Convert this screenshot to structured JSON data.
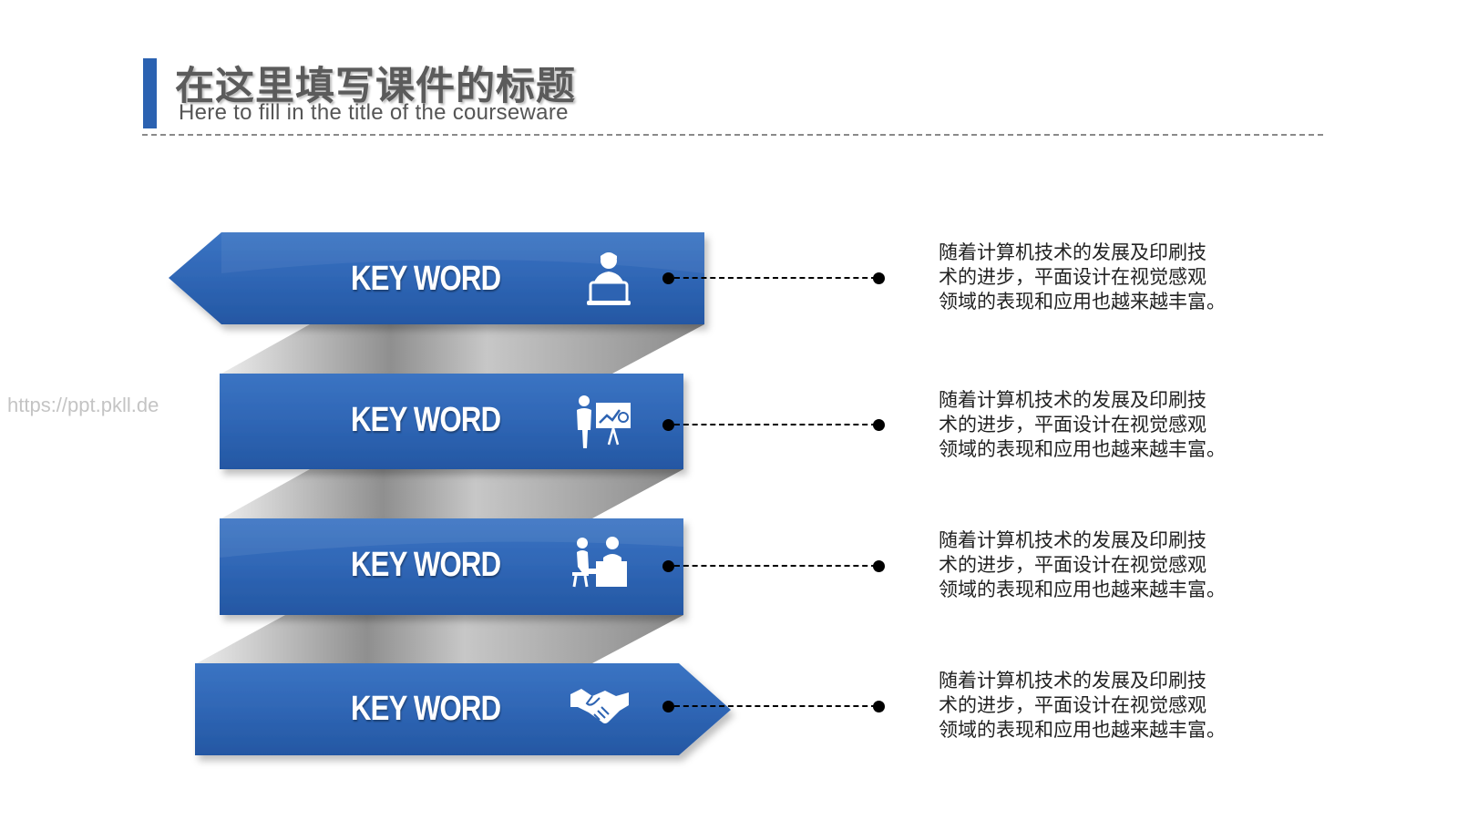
{
  "header": {
    "title_cn": "在这里填写课件的标题",
    "title_en": "Here to fill in the title of the courseware",
    "accent_color": "#2b62b1"
  },
  "watermark": "https://ppt.pkll.de",
  "items": [
    {
      "label": "KEY WORD",
      "icon": "person-laptop-icon",
      "desc_lines": [
        "随着计算机技术的发展及印刷技",
        "术的进步，平面设计在视觉感观",
        "领域的表现和应用也越来越丰富。"
      ]
    },
    {
      "label": "KEY WORD",
      "icon": "presentation-board-icon",
      "desc_lines": [
        "随着计算机技术的发展及印刷技",
        "术的进步，平面设计在视觉感观",
        "领域的表现和应用也越来越丰富。"
      ]
    },
    {
      "label": "KEY WORD",
      "icon": "meeting-desk-icon",
      "desc_lines": [
        "随着计算机技术的发展及印刷技",
        "术的进步，平面设计在视觉感观",
        "领域的表现和应用也越来越丰富。"
      ]
    },
    {
      "label": "KEY WORD",
      "icon": "handshake-icon",
      "desc_lines": [
        "随着计算机技术的发展及印刷技",
        "术的进步，平面设计在视觉感观",
        "领域的表现和应用也越来越丰富。"
      ]
    }
  ],
  "colors": {
    "bar_blue": "#2d63b2",
    "bar_blue_light": "#3f78c6",
    "ribbon_gray": "#a9a9a9"
  }
}
